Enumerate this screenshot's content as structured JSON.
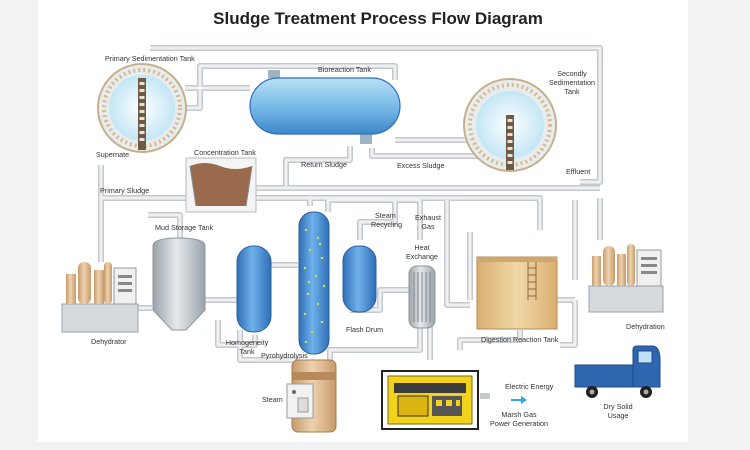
{
  "title": "Sludge Treatment Process Flow Diagram",
  "labels": {
    "primary_sedimentation_tank": "Primary Sedimentation Tank",
    "bioreaction_tank": "Bioreaction Tank",
    "secondly_sedimentation_tank": [
      "Secondly",
      "Sedimentation",
      "Tank"
    ],
    "supernate": "Supernate",
    "concentration_tank": "Concentration Tank",
    "return_sludge": "Return Sludge",
    "excess_sludge": "Excess Sludge",
    "effluent": "Effluent",
    "primary_sludge": "Primary Sludge",
    "mud_storage_tank": "Mud Storage Tank",
    "steam_recycling": [
      "Steam",
      "Recycling"
    ],
    "exhaust_gas": [
      "Exhaust",
      "Gas"
    ],
    "heat_exchange": [
      "Heat",
      "Exchange"
    ],
    "dehydrator": "Dehydrator",
    "homogeneity_tank": [
      "Homogeneity",
      "Tank"
    ],
    "pyrohydrolysis": "Pyrohydrolysis",
    "flash_drum": "Flash Drum",
    "digestion_reaction_tank": "Digestion Reaction Tank",
    "dehydration": "Dehydration",
    "steam": "Steam",
    "electric_energy": "Electric Energy",
    "marsh_gas_power_generation": [
      "Marsh Gas",
      "Power Generation"
    ],
    "dry_solid_usage": [
      "Dry Solid",
      "Usage"
    ]
  },
  "colors": {
    "pipe": "#d5d9dd",
    "tank_blue": "#4a8fd0",
    "water": "#c9e9f6",
    "ring": "#d9b98a",
    "sludge": "#9a6a4c",
    "digestion": "#e6c48e",
    "generator": "#f2d21a",
    "truck": "#2e66b0",
    "electric_arrow": "#2ea9e8"
  }
}
